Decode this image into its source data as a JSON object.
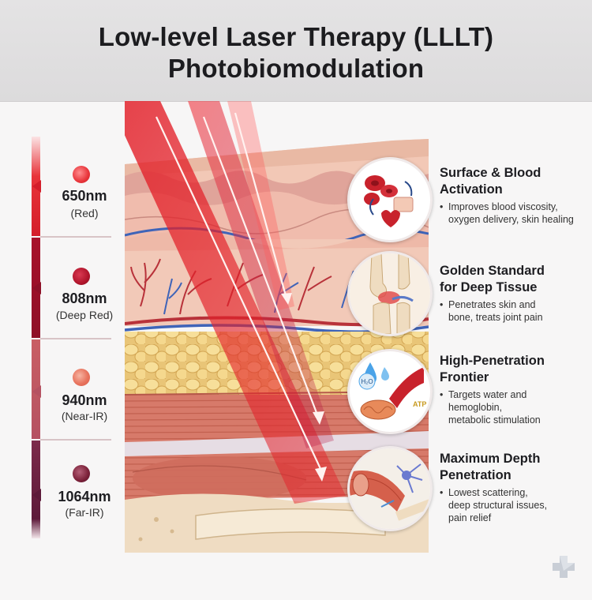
{
  "header": {
    "title_line1": "Low-level Laser Therapy (LLLT)",
    "title_line2": "Photobiomodulation"
  },
  "wavelengths": [
    {
      "nm": "650nm",
      "name": "(Red)",
      "color": "#e8343a"
    },
    {
      "nm": "808nm",
      "name": "(Deep Red)",
      "color": "#b0142b"
    },
    {
      "nm": "940nm",
      "name": "(Near-IR)",
      "color": "#e8745e"
    },
    {
      "nm": "1064nm",
      "name": "(Far-IR)",
      "color": "#7a2038"
    }
  ],
  "sections": [
    {
      "title_line1": "Surface & Blood",
      "title_line2": "Activation",
      "bullet": "•",
      "desc_line1": "Improves blood viscosity,",
      "desc_line2": "oxygen delivery, skin healing",
      "desc_line3": ""
    },
    {
      "title_line1": "Golden Standard",
      "title_line2": "for Deep Tissue",
      "bullet": "•",
      "desc_line1": "Penetrates skin and",
      "desc_line2": "bone, treats joint pain",
      "desc_line3": ""
    },
    {
      "title_line1": "High-Penetration",
      "title_line2": "Frontier",
      "bullet": "•",
      "desc_line1": "Targets water and",
      "desc_line2": "hemoglobin,",
      "desc_line3": "metabolic stimulation"
    },
    {
      "title_line1": "Maximum Depth",
      "title_line2": "Penetration",
      "bullet": "•",
      "desc_line1": "Lowest scattering,",
      "desc_line2": "deep structural issues,",
      "desc_line3": "pain relief"
    }
  ],
  "icon_labels": {
    "h2o": "H₂O",
    "atp": "ATP"
  }
}
